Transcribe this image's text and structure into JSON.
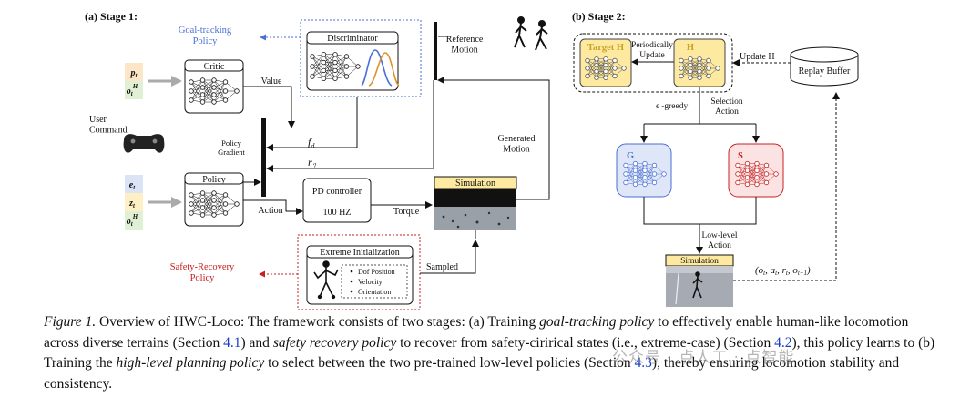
{
  "stage1": {
    "title": "(a) Stage 1:",
    "goal_policy": "Goal-tracking\nPolicy",
    "discriminator": "Discriminator",
    "reference_motion": "Reference\nMotion",
    "critic": "Critic",
    "critic_inputs": [
      "p_t",
      "o_t^H"
    ],
    "value": "Value",
    "user_command": "User\nCommand",
    "policy_gradient": "Policy\nGradient",
    "f_d": "f_d",
    "r_I": "r_I",
    "generated_motion": "Generated\nMotion",
    "policy": "Policy",
    "policy_inputs": [
      "e_t",
      "z_t",
      "o_t^H"
    ],
    "pd_controller": "PD controller",
    "hz": "100 HZ",
    "action": "Action",
    "torque": "Torque",
    "simulation": "Simulation",
    "extreme_init": "Extreme Initialization",
    "init_items": [
      "Dof Position",
      "Velocity",
      "Orientation"
    ],
    "sampled": "Sampled",
    "safety_policy": "Safety-Recovery\nPolicy"
  },
  "stage2": {
    "title": "(b) Stage 2:",
    "target_h": "Target H",
    "h": "H",
    "periodically_update": "Periodically\nUpdate",
    "update_h": "Update H",
    "replay_buffer": "Replay Buffer",
    "epsilon_greedy": "ϵ -greedy",
    "selection_action": "Selection\nAction",
    "g": "G",
    "s": "S",
    "low_level_action": "Low-level\nAction",
    "simulation": "Simulation",
    "transition": "(o_t, a_t, r_t, o_{t+1})"
  },
  "caption": {
    "label": "Figure 1.",
    "t1": " Overview of HWC-Loco: The framework consists of two stages: (a) Training ",
    "i1": "goal-tracking policy",
    "t2": " to effectively enable human-like locomotion across diverse terrains (Section ",
    "r1": "4.1",
    "t3": ") and ",
    "i2": "safety recovery policy",
    "t4": " to recover from safety-cirirical states (i.e., extreme-case) (Section ",
    "r2": "4.2",
    "t5": "), this policy learns to (b) Training the ",
    "i3": "high-level planning policy",
    "t6": " to select between the two pre-trained low-level policies (Section ",
    "r3": "4.3",
    "t7": "), thereby ensuring locomotion stability and consistency."
  },
  "watermark": "公众号 · 点人工 · 点智能",
  "colors": {
    "blue": "#4a6fd6",
    "red": "#c82020",
    "yellow_fill": "#fde9a0",
    "g_fill": "#dfe6f7",
    "s_fill": "#fbe3e3"
  }
}
